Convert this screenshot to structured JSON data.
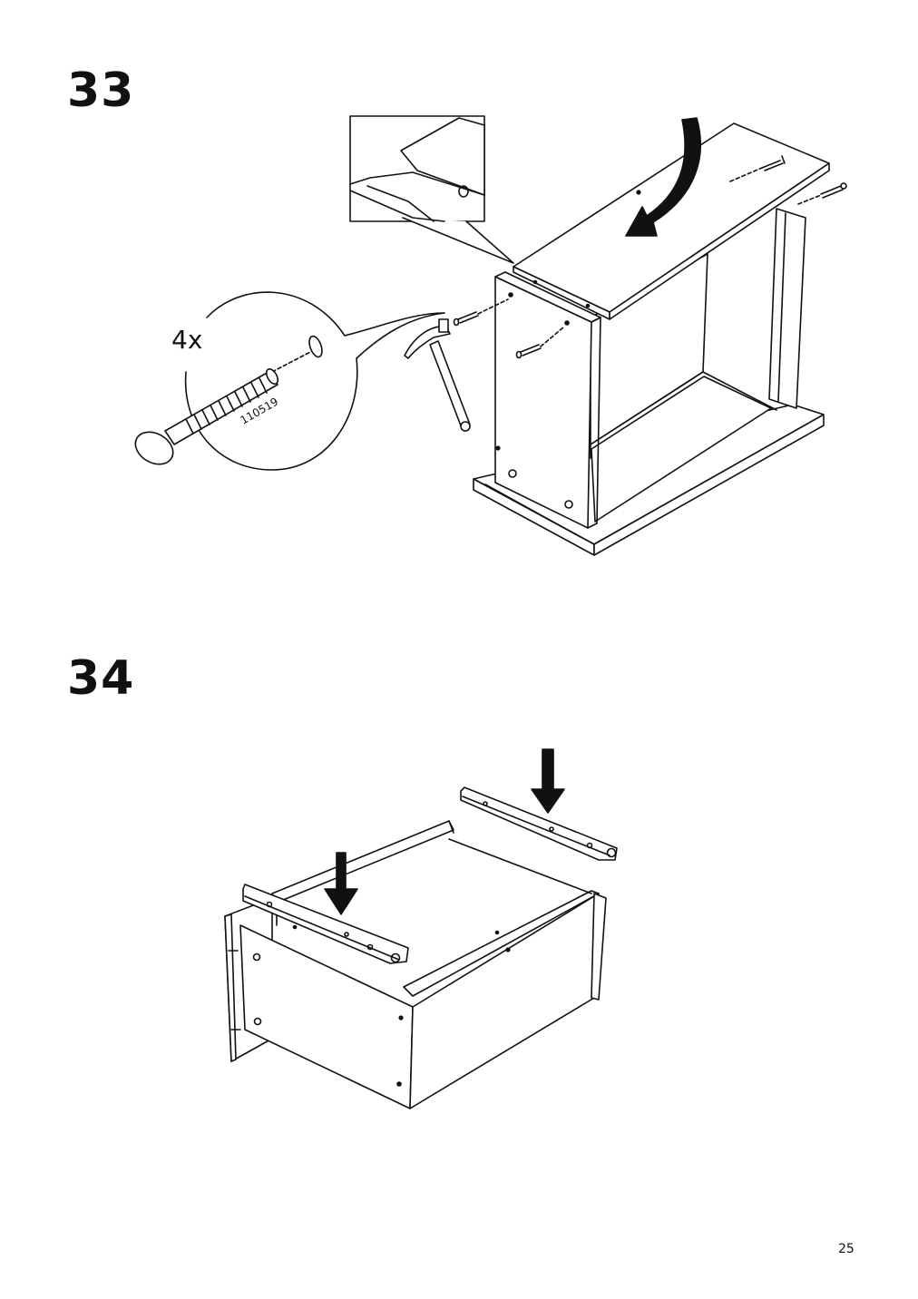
{
  "page": {
    "number": "25"
  },
  "steps": [
    {
      "number": "33",
      "quantity": "4x",
      "part_number": "110519"
    },
    {
      "number": "34"
    }
  ]
}
